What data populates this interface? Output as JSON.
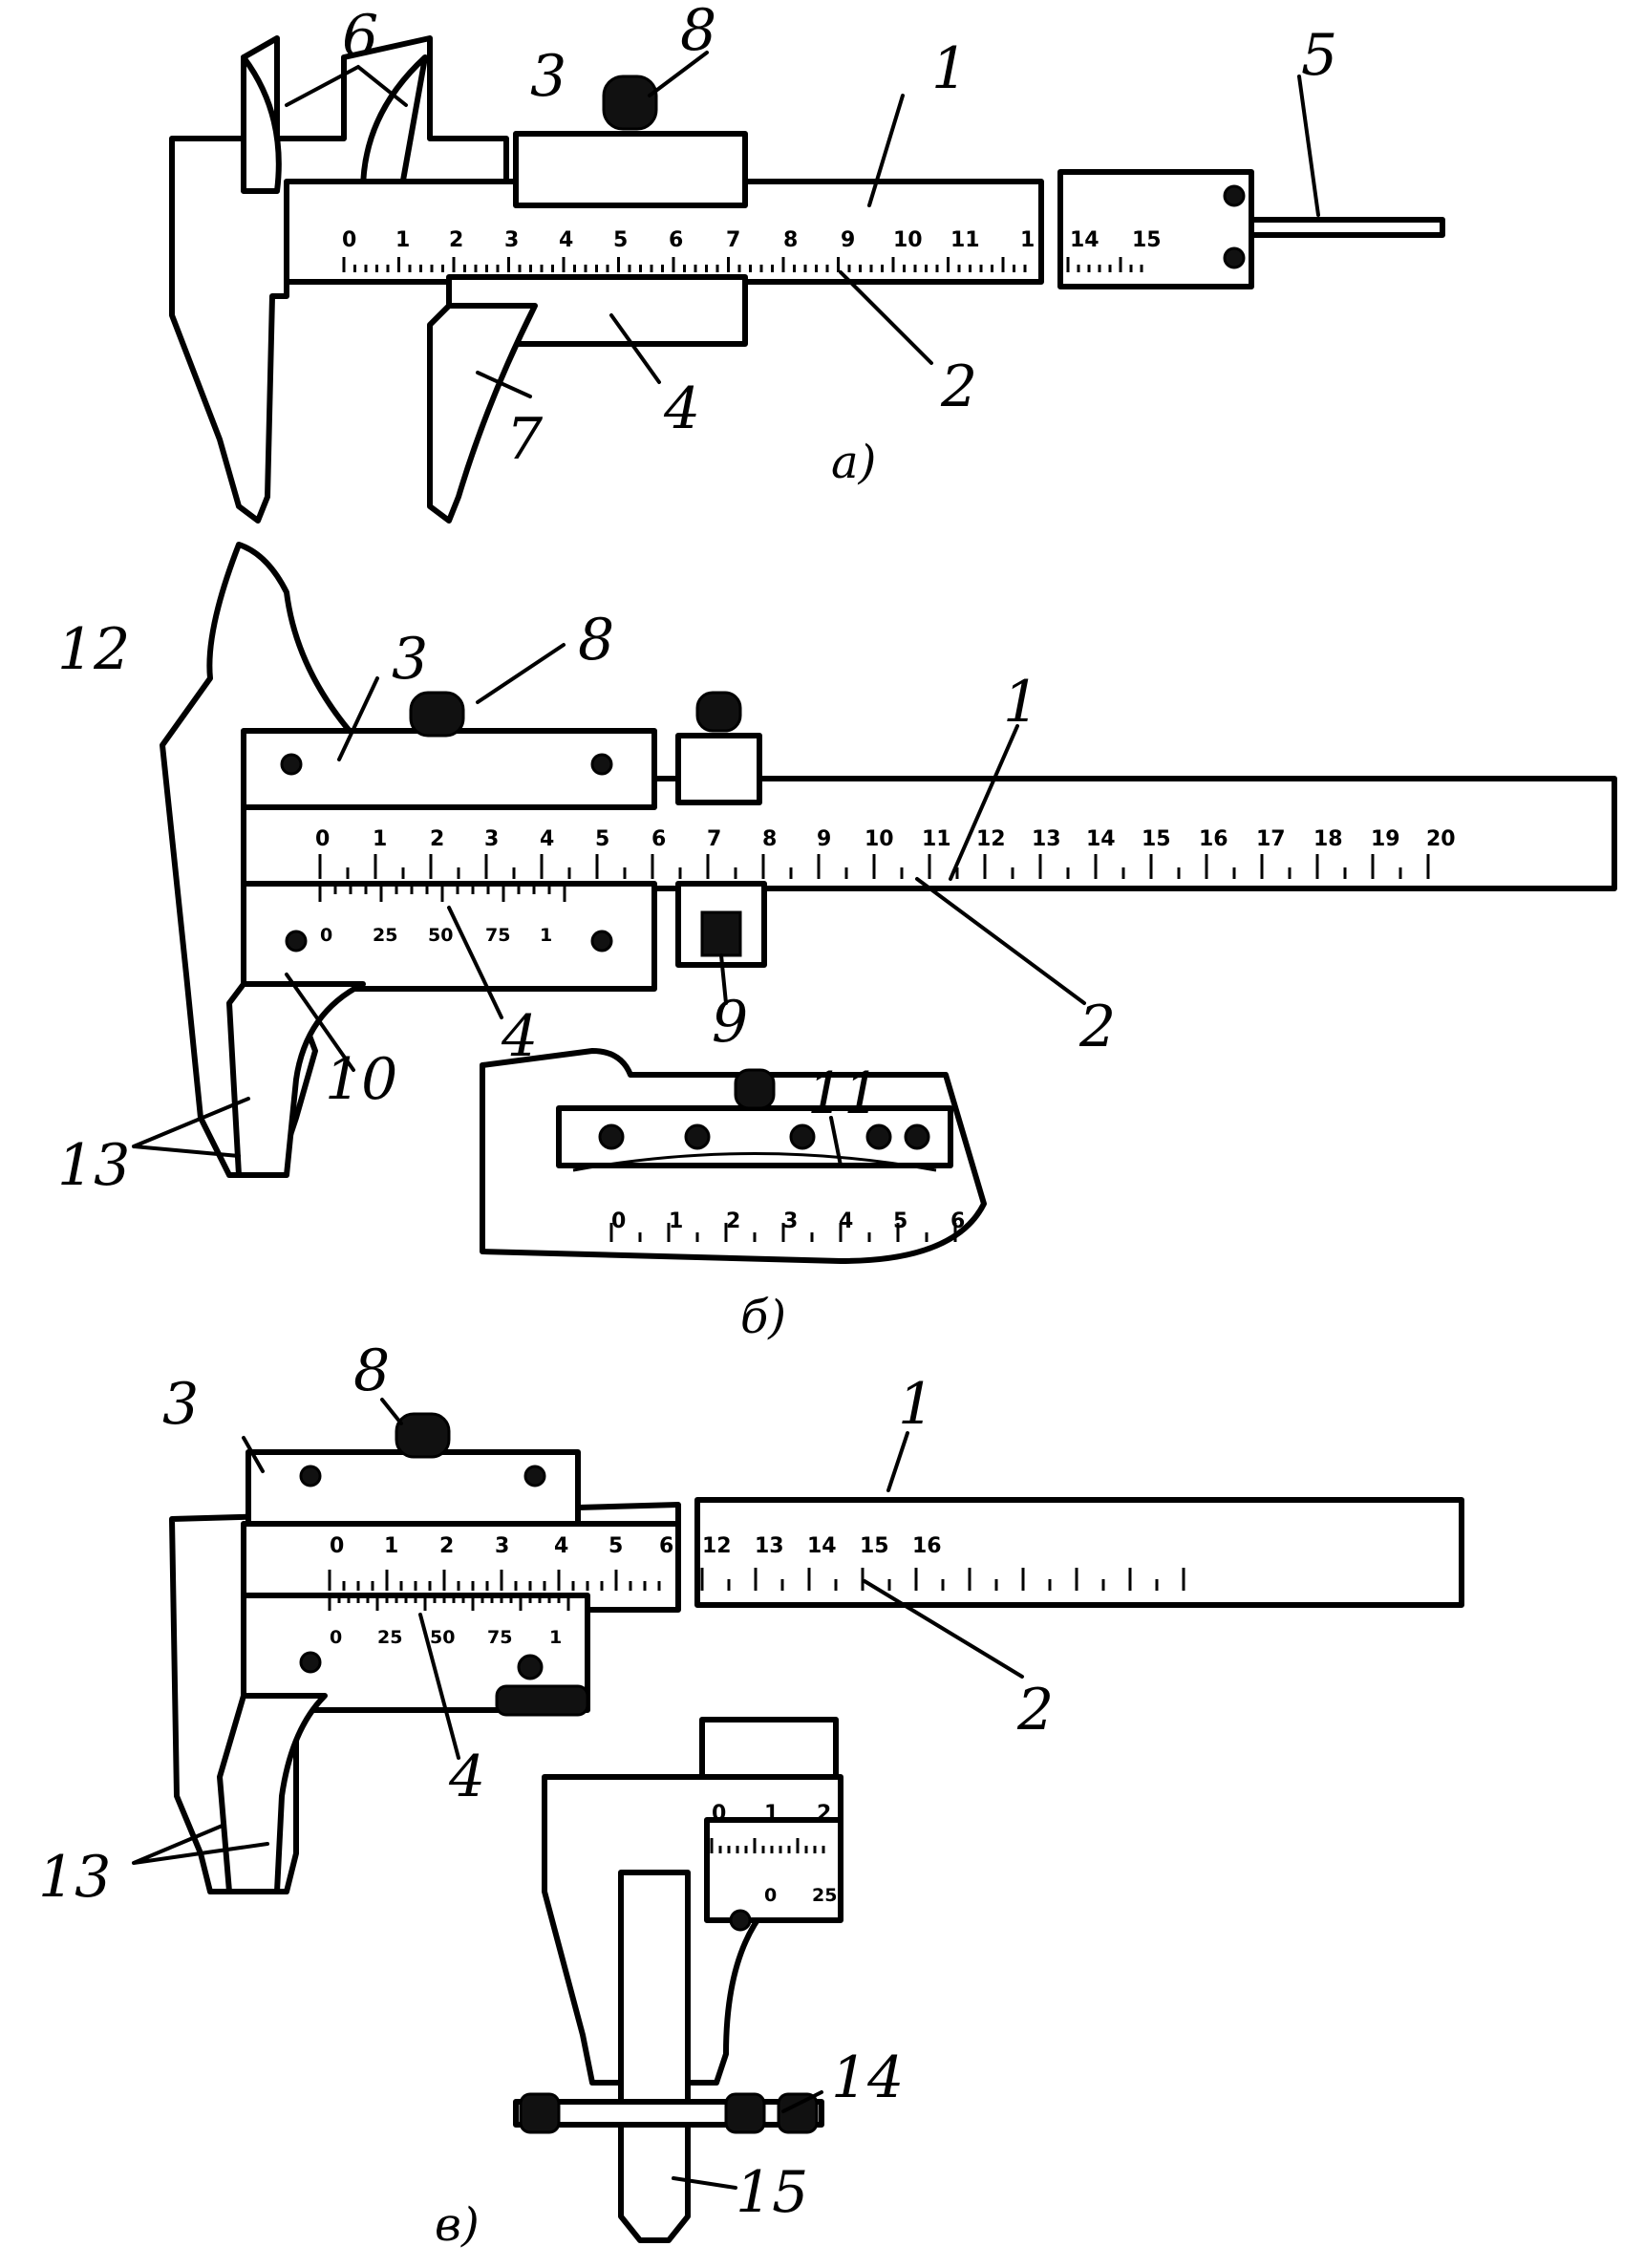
{
  "figure": {
    "panel_a": {
      "sublabel": "а)",
      "main_scale": [
        "0",
        "1",
        "2",
        "3",
        "4",
        "5",
        "6",
        "7",
        "8",
        "9",
        "10",
        "11",
        "1"
      ],
      "main_scale_end": [
        "14",
        "15"
      ],
      "callouts": [
        "1",
        "2",
        "3",
        "4",
        "5",
        "6",
        "7",
        "8"
      ]
    },
    "panel_b": {
      "sublabel": "б)",
      "main_scale": [
        "0",
        "1",
        "2",
        "3",
        "4",
        "5",
        "6",
        "7",
        "8",
        "9",
        "10",
        "11",
        "12",
        "13",
        "14",
        "15",
        "16",
        "17",
        "18",
        "19",
        "20"
      ],
      "vernier_scale": [
        "0",
        "25",
        "50",
        "75",
        "1"
      ],
      "inset_scale": [
        "0",
        "1",
        "2",
        "3",
        "4",
        "5",
        "6"
      ],
      "callouts": [
        "1",
        "2",
        "3",
        "4",
        "8",
        "9",
        "10",
        "11",
        "12",
        "13"
      ]
    },
    "panel_v": {
      "sublabel": "в)",
      "main_scale_left": [
        "0",
        "1",
        "2",
        "3",
        "4",
        "5",
        "6"
      ],
      "main_scale_right": [
        "12",
        "13",
        "14",
        "15",
        "16"
      ],
      "vernier_scale": [
        "0",
        "25",
        "50",
        "75",
        "1"
      ],
      "depth_main_scale": [
        "0",
        "1",
        "2"
      ],
      "depth_vernier_scale": [
        "0",
        "25"
      ],
      "callouts": [
        "1",
        "2",
        "3",
        "4",
        "8",
        "13",
        "14",
        "15"
      ]
    },
    "colors": {
      "ink": "#000000",
      "paper": "#ffffff"
    }
  }
}
